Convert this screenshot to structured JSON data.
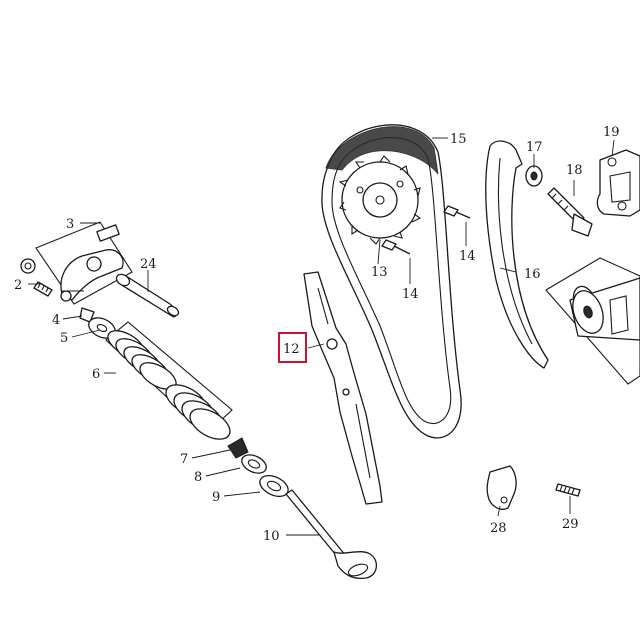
{
  "callouts": {
    "c2": "2",
    "c3": "3",
    "c4": "4",
    "c5": "5",
    "c6": "6",
    "c7": "7",
    "c8": "8",
    "c9": "9",
    "c10": "10",
    "c12": "12",
    "c13": "13",
    "c14a": "14",
    "c14b": "14",
    "c15": "15",
    "c16": "16",
    "c17": "17",
    "c18": "18",
    "c19": "19",
    "c24": "24",
    "c28": "28",
    "c29": "29"
  },
  "highlight": {
    "part": "12",
    "color": "#cc1133"
  }
}
